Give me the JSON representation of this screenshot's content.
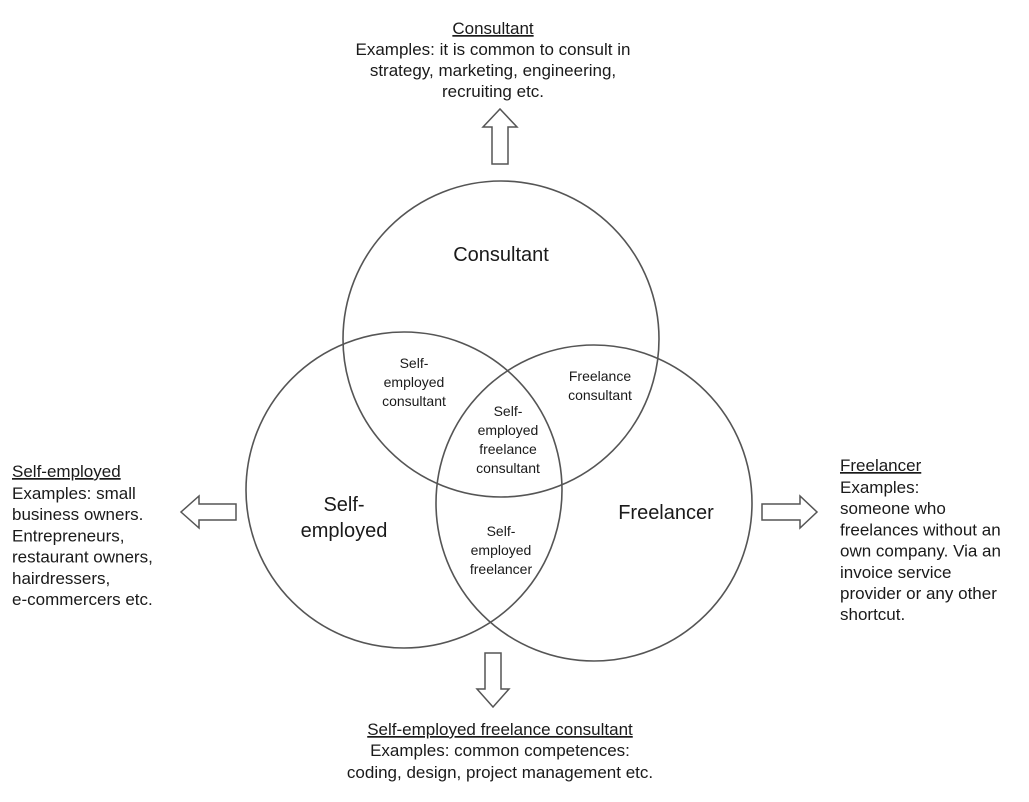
{
  "circles": {
    "consultant": {
      "label": [
        "Consultant"
      ]
    },
    "self_employed": {
      "label": [
        "Self-",
        "employed"
      ]
    },
    "freelancer": {
      "label": [
        "Freelancer"
      ]
    }
  },
  "intersections": {
    "consultant_self_employed": [
      "Self-",
      "employed",
      "consultant"
    ],
    "consultant_freelancer": [
      "Freelance",
      "consultant"
    ],
    "self_employed_freelancer": [
      "Self-",
      "employed",
      "freelancer"
    ],
    "all_three": [
      "Self-",
      "employed",
      "freelance",
      "consultant"
    ]
  },
  "callouts": {
    "top": {
      "title": "Consultant",
      "lines": [
        "Examples: it is common to consult in",
        "strategy, marketing, engineering,",
        "recruiting etc."
      ]
    },
    "left": {
      "title": "Self-employed",
      "lines": [
        "Examples: small",
        "business owners.",
        "Entrepreneurs,",
        "restaurant owners,",
        "hairdressers,",
        "e-commercers etc."
      ]
    },
    "right": {
      "title": "Freelancer",
      "lines": [
        "Examples:",
        "someone who",
        "freelances without an",
        "own company. Via an",
        "invoice service",
        "provider or any other",
        "shortcut."
      ]
    },
    "bottom": {
      "title": "Self-employed freelance consultant",
      "lines": [
        "Examples: common competences:",
        "coding, design, project management etc."
      ]
    }
  },
  "colors": {
    "stroke": "#555555",
    "text": "#1a1a1a",
    "background": "#ffffff"
  }
}
